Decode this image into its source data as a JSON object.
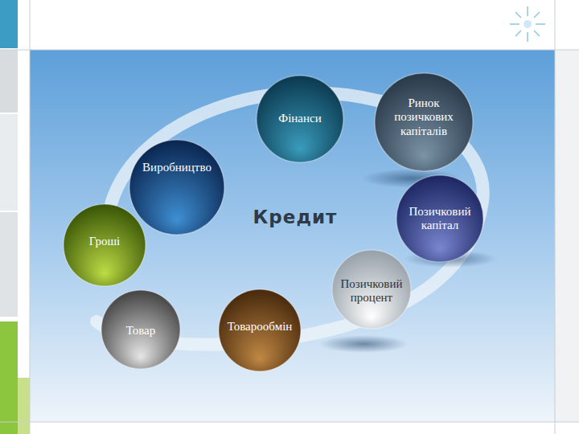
{
  "diagram": {
    "nodes": [
      {
        "text": [
          "Фінанси"
        ]
      },
      {
        "text": [
          "Ринок позичкових капіталів"
        ]
      },
      {
        "text": [
          "Виробництво"
        ]
      },
      {
        "text": [
          "Позичковий капітал"
        ]
      },
      {
        "text": [
          "Гроші"
        ]
      },
      {
        "text": [
          "Позичковий процент"
        ]
      },
      {
        "text": [
          "Товар"
        ]
      },
      {
        "text": [
          "Товарообмін"
        ]
      }
    ],
    "labels": [
      "Кредит"
    ]
  }
}
